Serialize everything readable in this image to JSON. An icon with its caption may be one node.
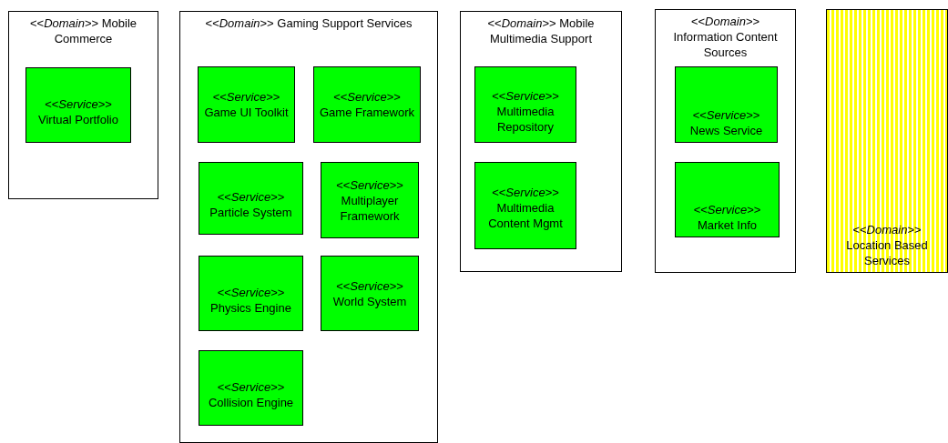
{
  "diagram": {
    "nodes": [
      {
        "text": [
          "<<*Domain*>> Mobile Commerce"
        ]
      },
      {
        "text": [
          "<<*Service*>>",
          "Virtual Portfolio"
        ],
        "in": 0
      },
      {
        "text": [
          "<<*Domain*>> Gaming Support Services"
        ]
      },
      {
        "text": [
          "<<*Service*>>",
          "Game UI Toolkit"
        ],
        "in": 2
      },
      {
        "text": [
          "<<*Service*>>",
          "Game Framework"
        ],
        "in": 2
      },
      {
        "text": [
          "<<*Service*>>",
          "Particle System"
        ],
        "in": 2
      },
      {
        "text": [
          "<<*Service*>>",
          "Multiplayer Framework"
        ],
        "in": 2
      },
      {
        "text": [
          "<<*Service*>>",
          "Physics Engine"
        ],
        "in": 2
      },
      {
        "text": [
          "<<*Service*>>",
          "World System"
        ],
        "in": 2
      },
      {
        "text": [
          "<<*Service*>>",
          "Collision Engine"
        ],
        "in": 2
      },
      {
        "text": [
          "<<*Domain*>> Mobile Multimedia Support"
        ]
      },
      {
        "text": [
          "<<*Service*>>",
          "Multimedia Repository"
        ],
        "in": 10
      },
      {
        "text": [
          "<<*Service*>>",
          "Multimedia Content Mgmt"
        ],
        "in": 10
      },
      {
        "text": [
          "<<*Domain*>>",
          "Information Content Sources"
        ]
      },
      {
        "text": [
          "<<*Service*>>",
          "News Service"
        ],
        "in": 13
      },
      {
        "text": [
          "<<*Service*>>",
          "Market Info"
        ],
        "in": 13
      },
      {
        "text": [
          "<<*Domain*>>",
          "Location Based Services"
        ]
      }
    ]
  }
}
